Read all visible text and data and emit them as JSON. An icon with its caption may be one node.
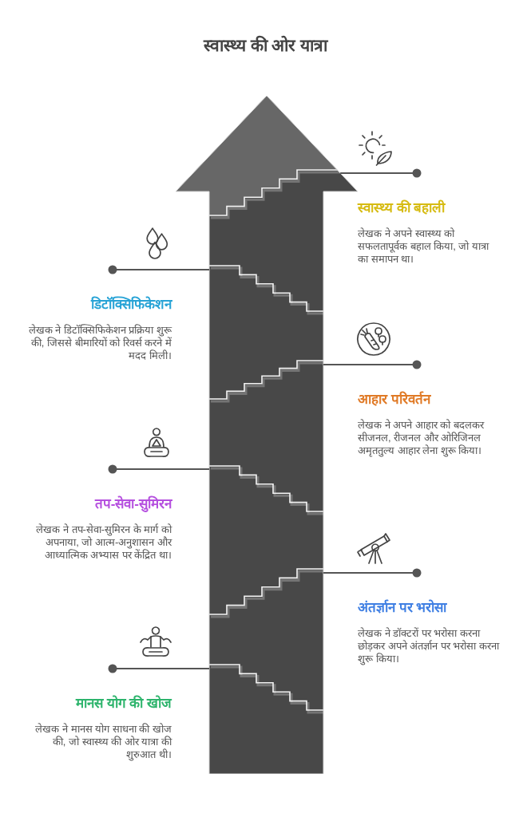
{
  "diagram": {
    "title": "स्वास्थ्य की ओर यात्रा",
    "nodes": [
      {
        "text": [],
        "shape": "arrow"
      },
      {
        "text": [
          "स्वास्थ्य की बहाली",
          "लेखक ने अपने स्वास्थ्य को सफलतापूर्वक बहाल किया, जो यात्रा का समापन था।"
        ]
      },
      {
        "text": [
          "डिटॉक्सिफिकेशन",
          "लेखक ने डिटॉक्सिफिकेशन प्रक्रिया शुरू की, जिससे बीमारियों को रिवर्स करने में मदद मिली।"
        ]
      },
      {
        "text": [
          "आहार परिवर्तन",
          "लेखक ने अपने आहार को बदलकर सीजनल, रीजनल और ओरिजिनल अमृततुल्य आहार लेना शुरू किया।"
        ]
      },
      {
        "text": [
          "तप-सेवा-सुमिरन",
          "लेखक ने तप-सेवा-सुमिरन के मार्ग को अपनाया, जो आत्म-अनुशासन और आध्यात्मिक अभ्यास पर केंद्रित था।"
        ]
      },
      {
        "text": [
          "अंतर्ज्ञान पर भरोसा",
          "लेखक ने डॉक्टरों पर भरोसा करना छोड़कर अपने अंतर्ज्ञान पर भरोसा करना शुरू किया।"
        ]
      },
      {
        "text": [
          "मानस योग की खोज",
          "लेखक ने मानस योग साधना की खोज की, जो स्वास्थ्य की ओर यात्रा की शुरुआत थी।"
        ]
      }
    ],
    "edges": [
      {
        "from": 1,
        "to": 0,
        "arrow": "other"
      },
      {
        "from": 2,
        "to": 0,
        "arrow": "other"
      },
      {
        "from": 3,
        "to": 0,
        "arrow": "other"
      },
      {
        "from": 4,
        "to": 0,
        "arrow": "other"
      },
      {
        "from": 5,
        "to": 0,
        "arrow": "other"
      },
      {
        "from": 6,
        "to": 0,
        "arrow": "other"
      }
    ]
  }
}
